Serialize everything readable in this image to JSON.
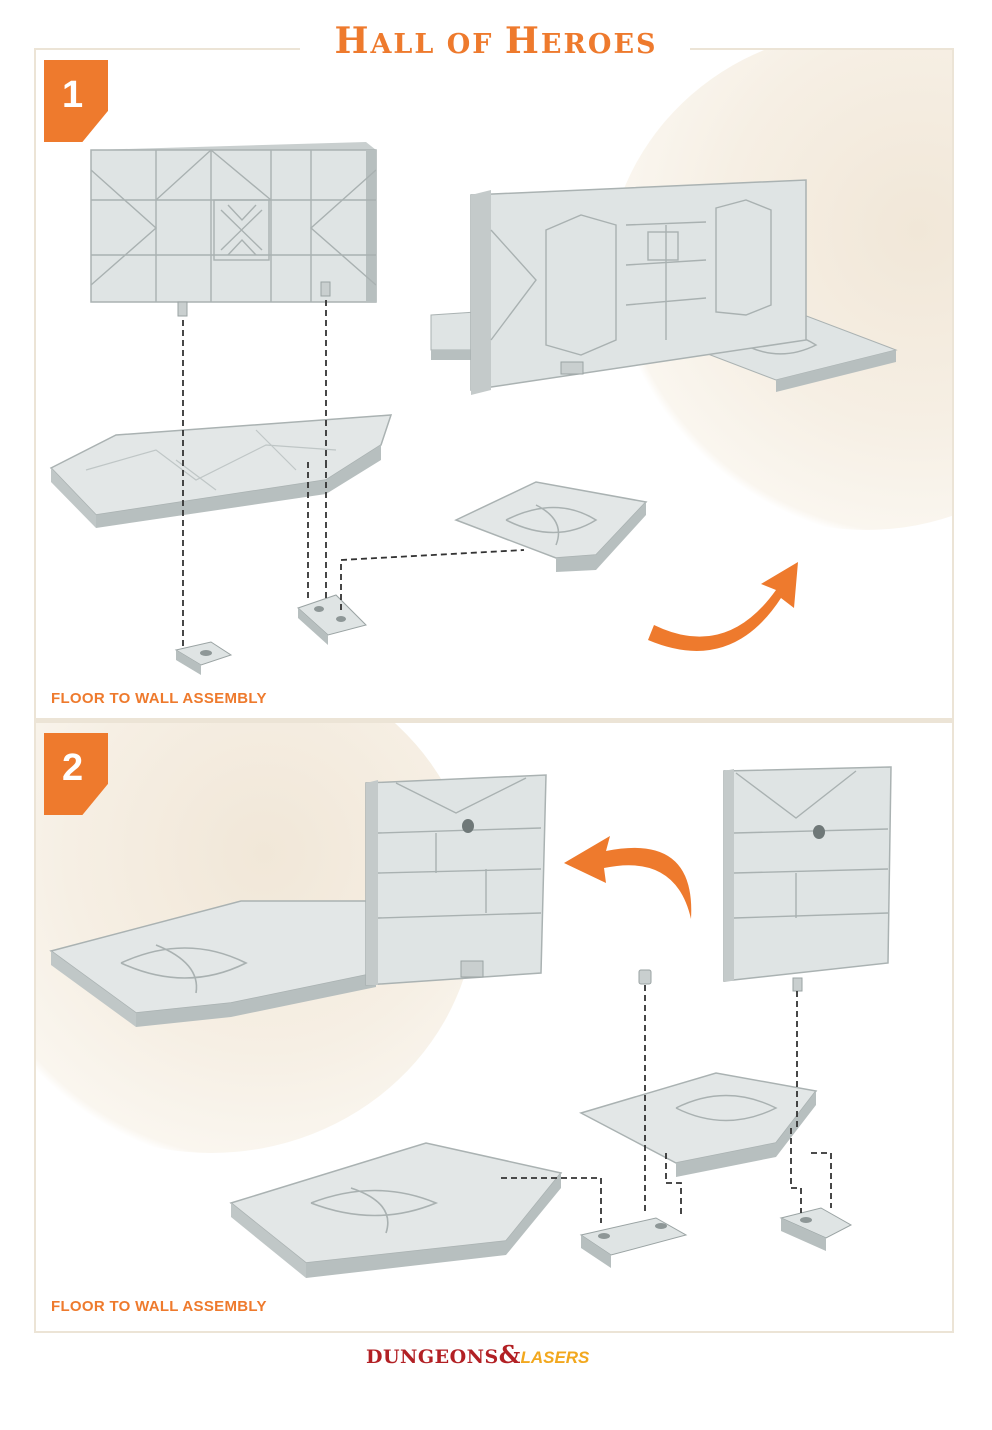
{
  "title": {
    "first": "H",
    "first_rest": "ALL",
    "middle": " OF ",
    "second": "H",
    "second_rest": "EROES"
  },
  "steps": [
    {
      "number": "1",
      "caption": "FLOOR TO WALL ASSEMBLY"
    },
    {
      "number": "2",
      "caption": "FLOOR TO WALL ASSEMBLY"
    }
  ],
  "footer": {
    "brand_first": "DUNGEONS",
    "brand_amp": "&",
    "brand_second": "LASERS"
  },
  "colors": {
    "accent": "#ee7a2d",
    "frame": "#ece4d6",
    "tile": "#dfe4e4",
    "tile_shadow": "#b7bfbf",
    "brand_red": "#b22024",
    "brand_yellow": "#f2a81e"
  }
}
